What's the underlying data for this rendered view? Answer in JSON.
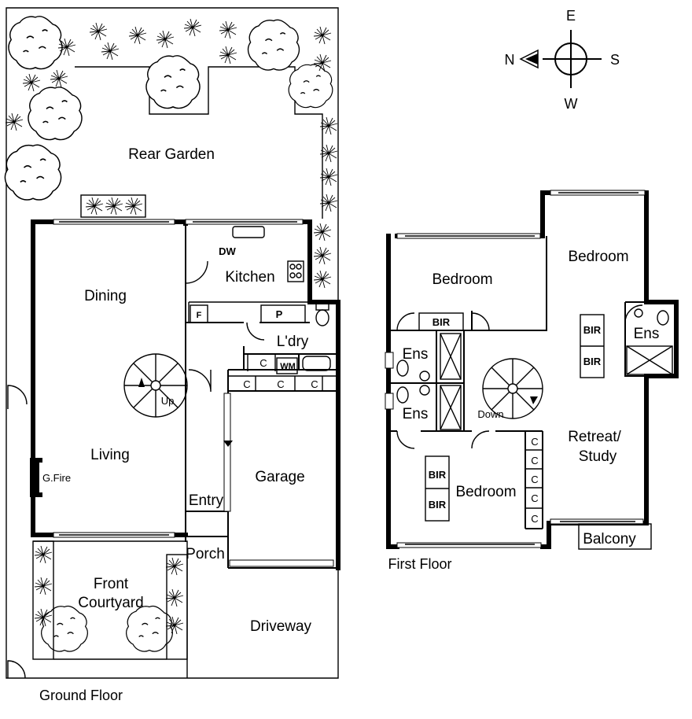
{
  "compass": {
    "north": "N",
    "east": "E",
    "south": "S",
    "west": "W"
  },
  "ground_floor": {
    "title": "Ground Floor",
    "rooms": {
      "rear_garden": "Rear Garden",
      "dining": "Dining",
      "kitchen": "Kitchen",
      "dishwasher": "DW",
      "fridge": "F",
      "pantry": "P",
      "laundry": "L'dry",
      "washing_machine": "WM",
      "cupboard": "C",
      "stair_up": "Up",
      "living": "Living",
      "gas_fire": "G.Fire",
      "entry": "Entry",
      "garage": "Garage",
      "porch": "Porch",
      "front_courtyard_1": "Front",
      "front_courtyard_2": "Courtyard",
      "driveway": "Driveway"
    }
  },
  "first_floor": {
    "title": "First Floor",
    "rooms": {
      "bedroom_north": "Bedroom",
      "bedroom_south": "Bedroom",
      "bedroom_front": "Bedroom",
      "bir": "BIR",
      "ensuite": "Ens",
      "stair_down": "Down",
      "retreat_1": "Retreat/",
      "retreat_2": "Study",
      "cupboard": "C",
      "balcony": "Balcony"
    }
  }
}
